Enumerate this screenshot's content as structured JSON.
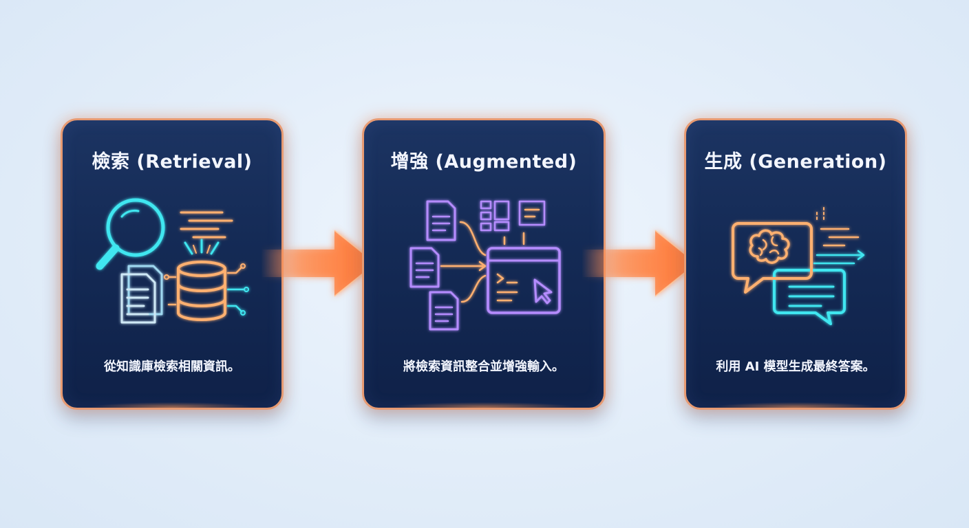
{
  "steps": [
    {
      "title": "檢索 (Retrieval)",
      "description": "從知識庫檢索相關資訊。",
      "icon": "search-database-icon"
    },
    {
      "title": "增強 (Augmented)",
      "description": "將檢索資訊整合並增強輸入。",
      "icon": "documents-merge-icon"
    },
    {
      "title": "生成 (Generation)",
      "description": "利用 AI 模型生成最終答案。",
      "icon": "ai-brain-chat-icon"
    }
  ],
  "colors": {
    "card_background": "#142a55",
    "card_border": "#e79a72",
    "arrow": "#ff8a4c",
    "cyan_neon": "#3fe6f0",
    "orange_neon": "#ffb070",
    "purple_neon": "#b58cff",
    "page_background": "#e2edf9"
  }
}
